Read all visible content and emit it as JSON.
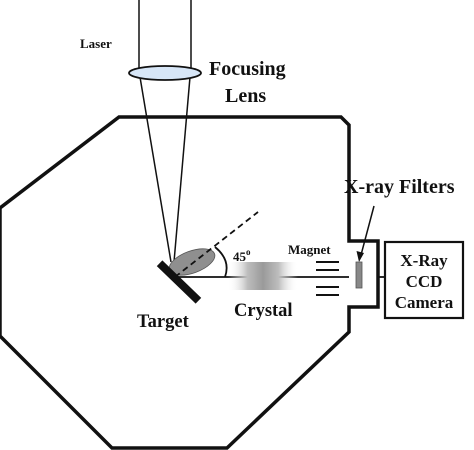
{
  "diagram": {
    "labels": {
      "laser": "Laser",
      "focusing_lens": [
        "Focusing",
        "Lens"
      ],
      "angle": "45",
      "angle_superscript": "o",
      "magnet": "Magnet",
      "xray_filters": "X-ray Filters",
      "camera": [
        "X-Ray",
        "CCD",
        "Camera"
      ],
      "target": "Target",
      "crystal": "Crystal"
    },
    "colors": {
      "line": "#111111",
      "lens_fill": "#d7e6f7",
      "plume_fill": "#8f8f8f",
      "crystal_core": "#9a9a9a",
      "filter_fill": "#888888",
      "background": "#ffffff"
    }
  }
}
